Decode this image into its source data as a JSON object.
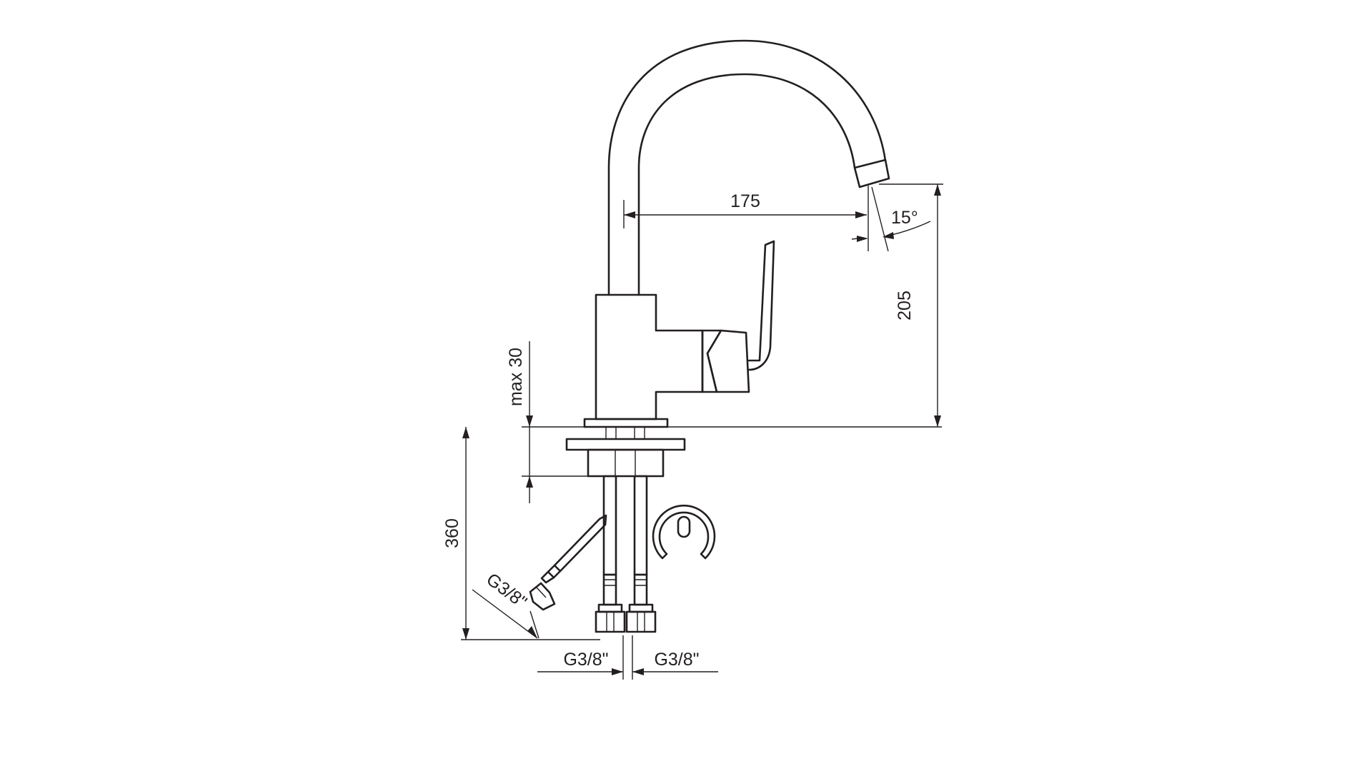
{
  "diagram": {
    "dimensions": {
      "spout_reach": "175",
      "spout_angle": "15°",
      "spout_height": "205",
      "max_counter_thickness": "max 30",
      "hose_length": "360",
      "hose_connection_left": "G3/8\"",
      "hose_connection_bottom_left": "G3/8\"",
      "hose_connection_bottom_right": "G3/8\""
    },
    "line_color": "#231f20",
    "background": "#ffffff"
  }
}
